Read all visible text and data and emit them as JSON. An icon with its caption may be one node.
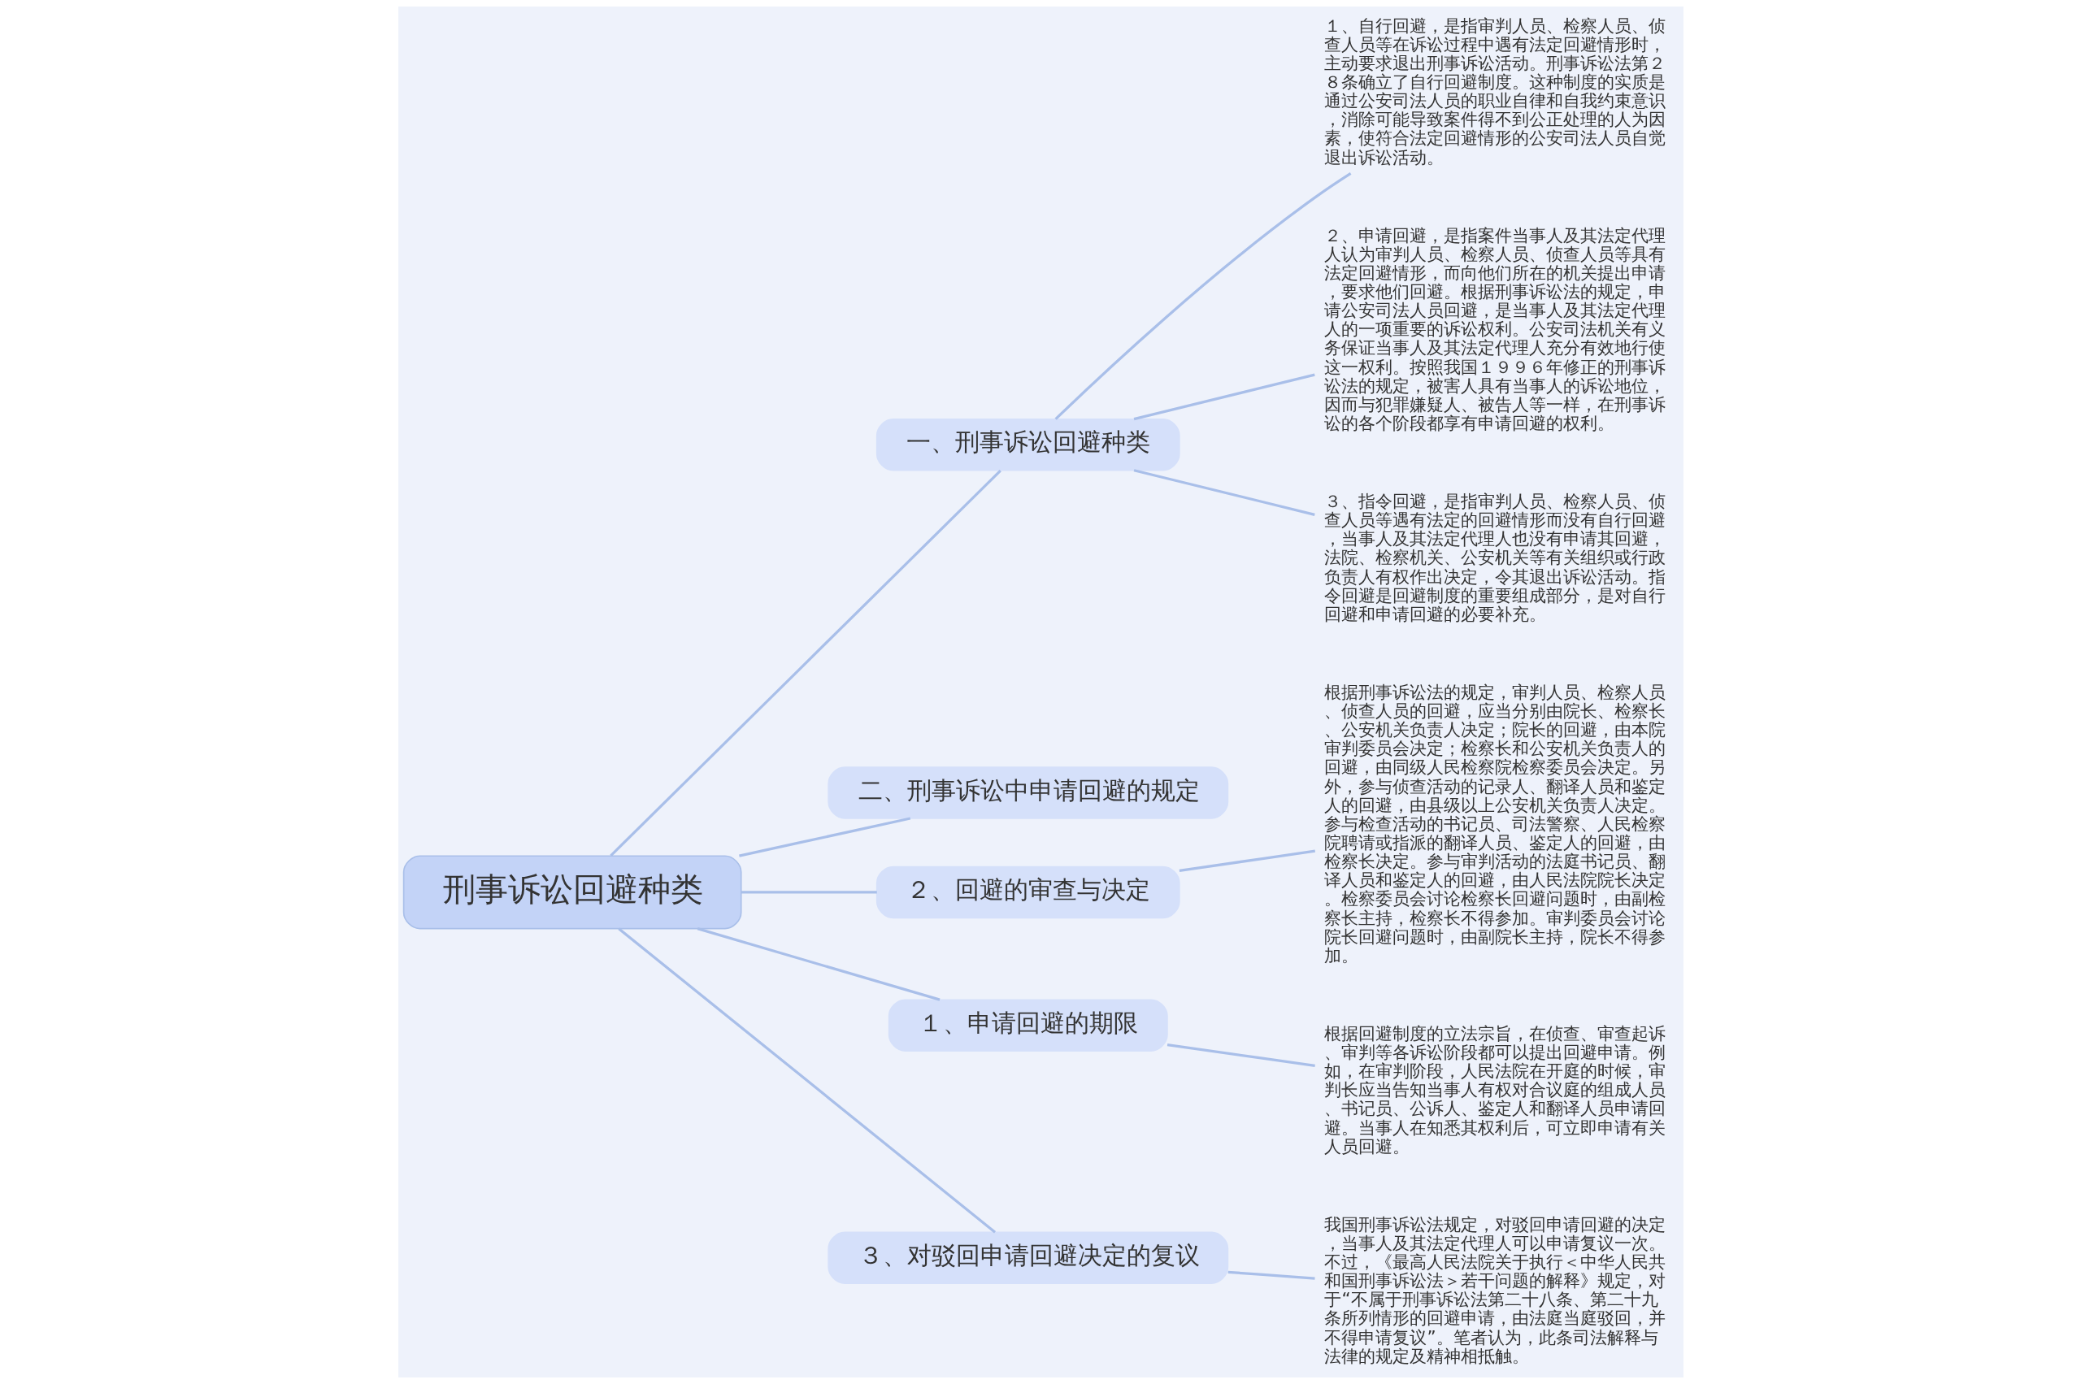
{
  "diagram": {
    "nodes": [
      {
        "text": [
          "刑事诉讼回避种类"
        ]
      },
      {
        "text": [
          "一、刑事诉讼回避种类"
        ]
      },
      {
        "text": [
          "１、自行回避，是指审判人员、检察人员、侦查人员等在诉讼过程中遇有法定回避情形时，主动要求退出刑事诉讼活动。刑事诉讼法第２８条确立了自行回避制度。这种制度的实质是通过公安司法人员的职业自律和自我约束意识，消除可能导致案件得不到公正处理的人为因素，使符合法定回避情形的公安司法人员自觉退出诉讼活动。"
        ]
      },
      {
        "text": [
          "２、申请回避，是指案件当事人及其法定代理人认为审判人员、检察人员、侦查人员等具有法定回避情形，而向他们所在的机关提出申请，要求他们回避。根据刑事诉讼法的规定，申请公安司法人员回避，是当事人及其法定代理人的一项重要的诉讼权利。公安司法机关有义务保证当事人及其法定代理人充分有效地行使这一权利。按照我国１９９６年修正的刑事诉讼法的规定，被害人具有当事人的诉讼地位，因而与犯罪嫌疑人、被告人等一样，在刑事诉讼的各个阶段都享有申请回避的权利。"
        ]
      },
      {
        "text": [
          "３、指令回避，是指审判人员、检察人员、侦查人员等遇有法定的回避情形而没有自行回避，当事人及其法定代理人也没有申请其回避，法院、检察机关、公安机关等有关组织或行政负责人有权作出决定，令其退出诉讼活动。指令回避是回避制度的重要组成部分，是对自行回避和申请回避的必要补充。"
        ]
      },
      {
        "text": [
          "二、刑事诉讼中申请回避的规定"
        ]
      },
      {
        "text": [
          "２、回避的审查与决定"
        ]
      },
      {
        "text": [
          "根据刑事诉讼法的规定，审判人员、检察人员、侦查人员的回避，应当分别由院长、检察长、公安机关负责人决定；院长的回避，由本院审判委员会决定；检察长和公安机关负责人的回避，由同级人民检察院检察委员会决定。另外，参与侦查活动的记录人、翻译人员和鉴定人的回避，由县级以上公安机关负责人决定。参与检查活动的书记员、司法警察、人民检察院聘请或指派的翻译人员、鉴定人的回避，由检察长决定。参与审判活动的法庭书记员、翻译人员和鉴定人的回避，由人民法院院长决定。检察委员会讨论检察长回避问题时，由副检察长主持，检察长不得参加。审判委员会讨论院长回避问题时，由副院长主持，院长不得参加。"
        ]
      },
      {
        "text": [
          "１、申请回避的期限"
        ]
      },
      {
        "text": [
          "根据回避制度的立法宗旨，在侦查、审查起诉、审判等各诉讼阶段都可以提出回避申请。例如，在审判阶段，人民法院在开庭的时候，审判长应当告知当事人有权对合议庭的组成人员、书记员、公诉人、鉴定人和翻译人员申请回避。当事人在知悉其权利后，可立即申请有关人员回避。"
        ]
      },
      {
        "text": [
          "３、对驳回申请回避决定的复议"
        ]
      },
      {
        "text": [
          "我国刑事诉讼法规定，对驳回申请回避的决定，当事人及其法定代理人可以申请复议一次。不过，《最高人民法院关于执行＜中华人民共和国刑事诉讼法＞若干问题的解释》规定，对于“不属于刑事诉讼法第二十八条、第二十九条所列情形的回避申请，由法庭当庭驳回，并不得申请复议”。笔者认为，此条司法解释与法律的规定及精神相抵触。"
        ]
      }
    ],
    "edges": [
      {
        "from": 0,
        "to": 1,
        "arrow": "none"
      },
      {
        "from": 1,
        "to": 2,
        "arrow": "none"
      },
      {
        "from": 1,
        "to": 3,
        "arrow": "none"
      },
      {
        "from": 1,
        "to": 4,
        "arrow": "none"
      },
      {
        "from": 0,
        "to": 5,
        "arrow": "none"
      },
      {
        "from": 0,
        "to": 6,
        "arrow": "none"
      },
      {
        "from": 6,
        "to": 7,
        "arrow": "none"
      },
      {
        "from": 0,
        "to": 8,
        "arrow": "none"
      },
      {
        "from": 8,
        "to": 9,
        "arrow": "none"
      },
      {
        "from": 0,
        "to": 10,
        "arrow": "none"
      },
      {
        "from": 10,
        "to": 11,
        "arrow": "none"
      }
    ]
  }
}
